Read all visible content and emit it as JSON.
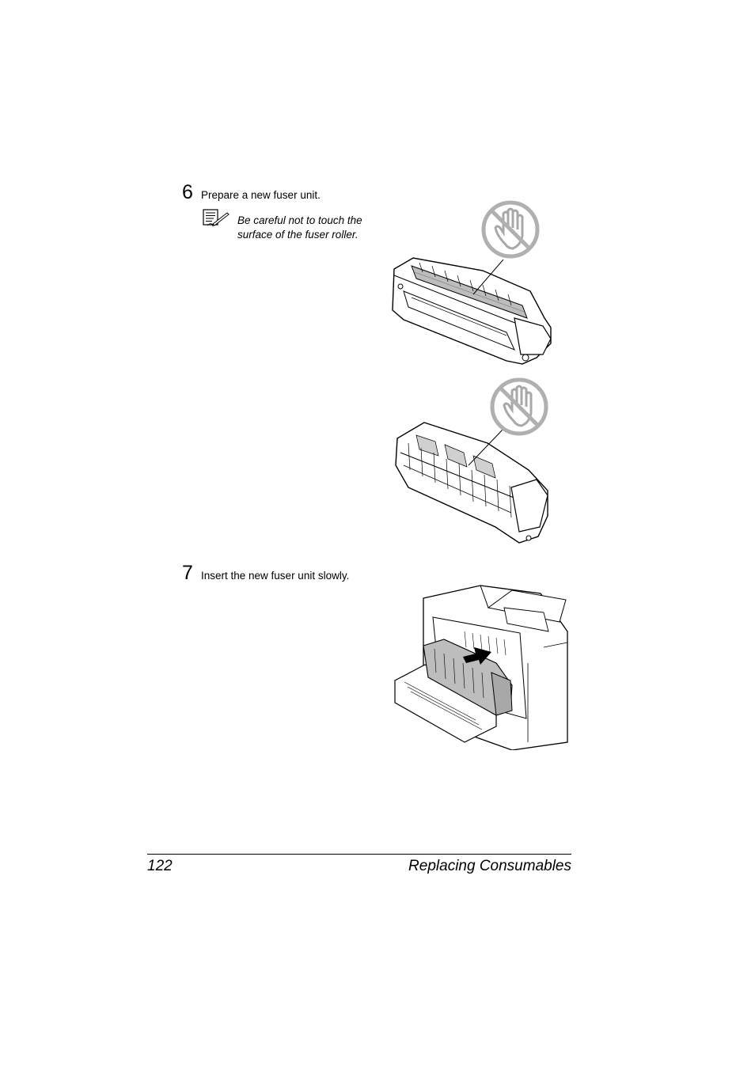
{
  "steps": [
    {
      "number": "6",
      "text": "Prepare a new fuser unit.",
      "note": "Be careful not to touch the surface of the fuser roller."
    },
    {
      "number": "7",
      "text": "Insert the new fuser unit slowly."
    }
  ],
  "icons": {
    "note": "note-pencil-icon",
    "no_touch": "no-touch-hand-icon",
    "arrow": "insert-arrow-icon"
  },
  "footer": {
    "page_number": "122",
    "section_title": "Replacing Consumables"
  }
}
